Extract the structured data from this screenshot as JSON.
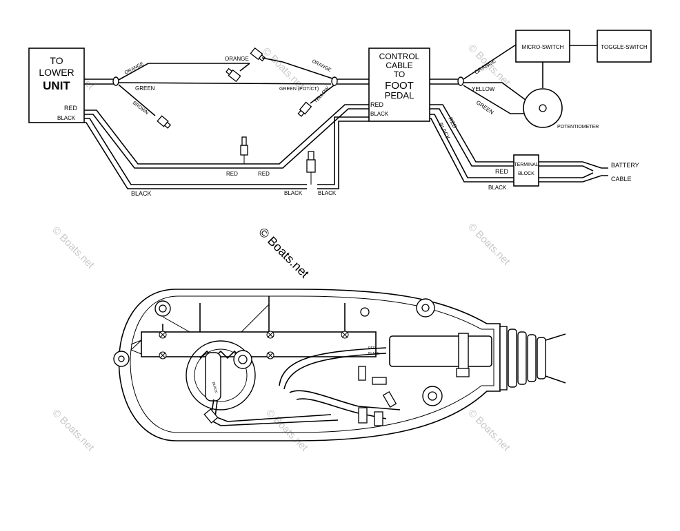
{
  "watermark": "© Boats.net",
  "wiring": {
    "lower_unit_line1": "TO",
    "lower_unit_line2": "LOWER",
    "lower_unit_line3": "UNIT",
    "lower_red": "RED",
    "lower_black": "BLACK",
    "orange_left": "ORANGE",
    "green_left": "GREEN",
    "brown": "BROWN",
    "orange_mid": "ORANGE",
    "orange_right": "ORANGE",
    "green_pot": "GREEN (POT/CT)",
    "yellow_left": "YELLOW",
    "control_line1": "CONTROL",
    "control_line2": "CABLE",
    "control_line3": "TO",
    "control_line4": "FOOT",
    "control_line5": "PEDAL",
    "ctrl_red": "RED",
    "ctrl_black": "BLACK",
    "red_a": "RED",
    "red_b": "RED",
    "black_long": "BLACK",
    "black_c": "BLACK",
    "black_d": "BLACK",
    "micro_switch": "MICRO-SWITCH",
    "toggle_switch": "TOGGLE-SWITCH",
    "orange_pedal": "ORANGE",
    "yellow_pedal": "YELLOW",
    "green_pedal": "GREEN",
    "potentiometer": "POTENTIOMETER",
    "red_pedal": "RED",
    "black_pedal": "BLACK",
    "terminal_line1": "TERMINAL",
    "terminal_line2": "BLOCK",
    "term_red": "RED",
    "term_black": "BLACK",
    "battery": "BATTERY",
    "cable": "CABLE"
  },
  "housing": {
    "red_small": "RED",
    "black_small": "BLACK",
    "wire_label": "BLACK"
  }
}
